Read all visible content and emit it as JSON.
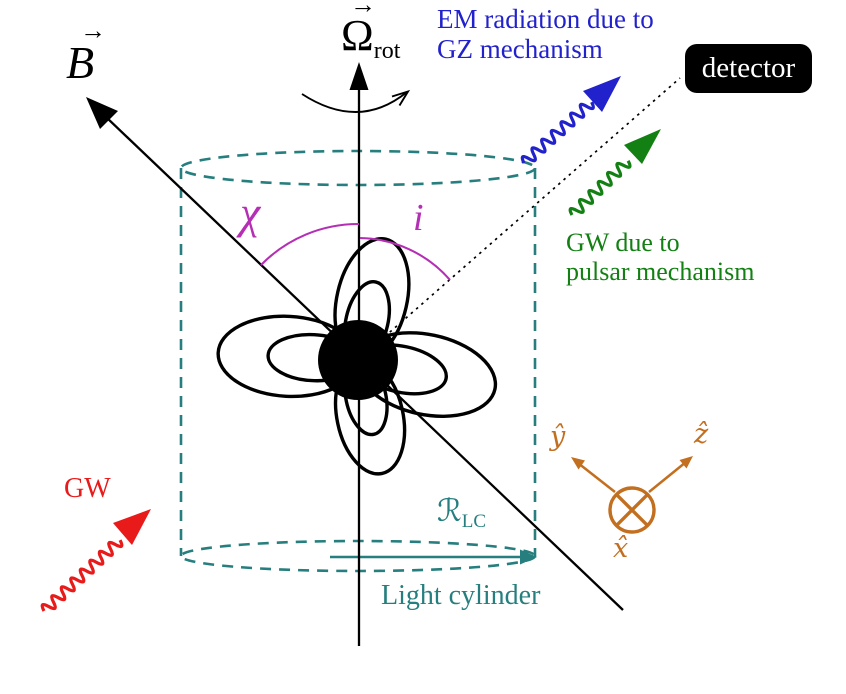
{
  "figure": {
    "background": "#ffffff",
    "labels": {
      "b_field": {
        "letter": "B",
        "vec": "→"
      },
      "omega": {
        "letter": "Ω",
        "sub": "rot",
        "vec": "→"
      },
      "em_radiation": {
        "line1": "EM radiation due to",
        "line2": "GZ mechanism"
      },
      "detector": "detector",
      "gw_pulsar": {
        "line1": "GW due to",
        "line2": "pulsar mechanism"
      },
      "chi": "χ",
      "inclination": "i",
      "gw": "GW",
      "light_cylinder_radius": {
        "symbol": "ℛ",
        "sub": "LC"
      },
      "light_cylinder": "Light cylinder",
      "axes": {
        "x": "x̂",
        "y": "ŷ",
        "z": "ẑ"
      }
    },
    "icons": {
      "em_wave_arrow": "wavy-photon-arrow",
      "pulsar_gw_wave_arrow": "wavy-gw-arrow",
      "incoming_gw_wave_arrow": "wavy-gw-arrow",
      "x_axis_symbol": "circled-cross-into-page"
    },
    "colors": {
      "ink": "#000000",
      "em": "#2222cc",
      "gw_green": "#138013",
      "gw_red": "#e81a1a",
      "teal": "#267f7e",
      "magenta": "#b52fb5",
      "orange": "#c36f20",
      "detector_bg": "#000000",
      "detector_text": "#ffffff"
    }
  }
}
